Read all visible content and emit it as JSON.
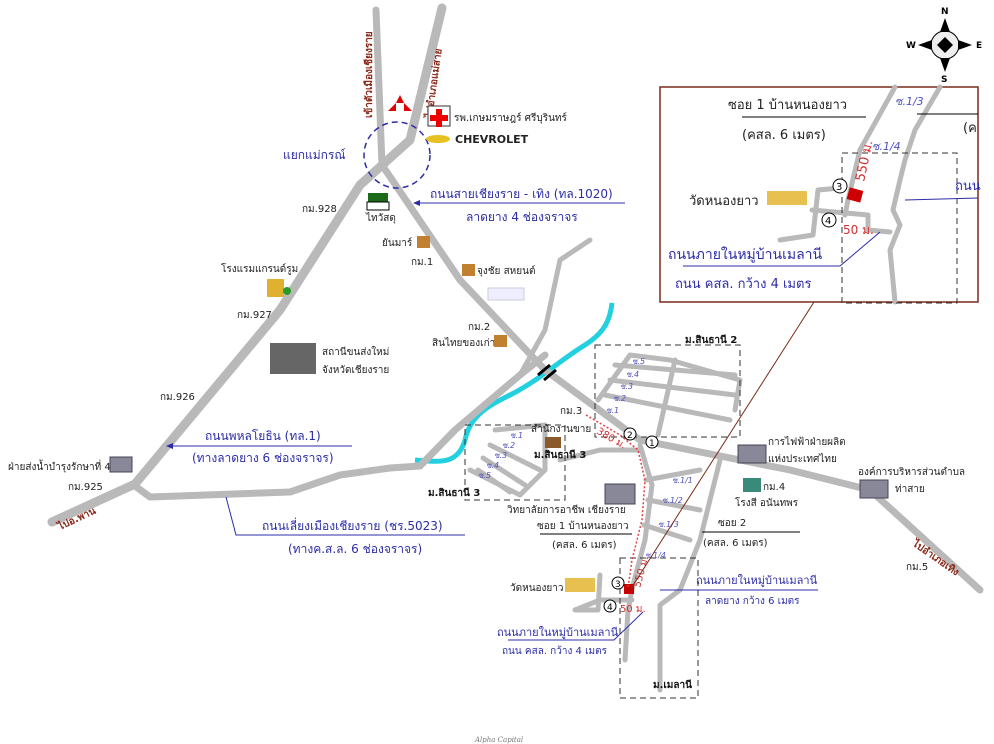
{
  "colors": {
    "road": "#b9b9b9",
    "river": "#22d0e0",
    "label_blue": "#2c2ca8",
    "direction": "#8a2a1a",
    "inset_border": "#7a2a1a",
    "distance": "#d03030"
  },
  "compass": {
    "n": "N",
    "s": "S",
    "e": "E",
    "w": "W"
  },
  "directions": {
    "to_city": "เข้าตัวเมืองเชียงราย",
    "to_mae_sai": "ไปอำเภอแม่สาย",
    "to_phan": "ไปอ.พาน",
    "to_thoeng": "ไปอำเภอเทิง"
  },
  "landmarks": {
    "hospital": "รพ.เกษมราษฎร์ ศรีบุรินทร์",
    "chevrolet": "CHEVROLET",
    "intersection": "แยกแม่กรณ์",
    "thai_watsadu": "ไทวัสดุ",
    "yanmar": "ยันมาร์",
    "jungchai": "จุงชัย สหยนต์",
    "sinthai": "สินไทยของเก่า",
    "grand_room": "โรงแรมแกรนด์รูม",
    "bus_station_1": "สถานีขนส่งใหม่",
    "bus_station_2": "จังหวัดเชียงราย",
    "irrigation": "ฝ่ายส่งน้ำบำรุงรักษาที่ 4",
    "office": "สำนักงานขาย",
    "college": "วิทยาลัยการอาชีพ เชียงราย",
    "egat_1": "การไฟฟ้าฝ่ายผลิต",
    "egat_2": "แห่งประเทศไทย",
    "factory": "โรงสี อนันทพร",
    "tao_1": "องค์การบริหารส่วนตำบล",
    "tao_2": "ท่าสาย",
    "temple": "วัดหนองยาว"
  },
  "km_markers": [
    "กม.928",
    "กม.927",
    "กม.926",
    "กม.925",
    "กม.1",
    "กม.2",
    "กม.3",
    "กม.4",
    "กม.5"
  ],
  "villages": {
    "sinthani2": "ม.สินธานี 2",
    "sinthani3": "ม.สินธานี 3",
    "melanee": "ม.เมลานี"
  },
  "sois_s2": [
    "ซ.5",
    "ซ.4",
    "ซ.3",
    "ซ.2",
    "ซ.1"
  ],
  "sois_s3": [
    "ซ.1",
    "ซ.2",
    "ซ.3",
    "ซ.4",
    "ซ.5"
  ],
  "sois_main": [
    "ซ.1/1",
    "ซ.1/2",
    "ซ.1/3",
    "ซ.1/4"
  ],
  "roads": {
    "r1020_name": "ถนนสายเชียงราย - เทิง (ทล.1020)",
    "r1020_desc": "ลาดยาง 4 ช่องจราจร",
    "phahon_name": "ถนนพหลโยธิน (ทล.1)",
    "phahon_desc": "(ทางลาดยาง 6 ช่องจราจร)",
    "bypass_name": "ถนนเลี่ยงเมืองเชียงราย (ชร.5023)",
    "bypass_desc": "(ทางค.ส.ล. 6 ช่องจราจร)",
    "soi1_name": "ซอย 1 บ้านหนองยาว",
    "soi1_desc": "(คสล. 6 เมตร)",
    "soi2_name": "ซอย 2",
    "soi2_desc": "(คสล. 6 เมตร)",
    "inner_name": "ถนนภายในหมู่บ้านเมลานี",
    "inner_desc": "ถนน คสล. กว้าง 4 เมตร",
    "inner2_name": "ถนนภายในหมู่บ้านเมลานี",
    "inner2_desc": "ลาดยาง กว้าง 6 เมตร"
  },
  "distances": {
    "d380": "380 ม.",
    "d550": "550 ม.",
    "d50": "50 ม."
  },
  "markers": [
    "1",
    "2",
    "3",
    "4"
  ],
  "inset": {
    "soi1_name": "ซอย 1 บ้านหนองยาว",
    "soi1_desc": "(คสล. 6 เมตร)",
    "soi13": "ซ.1/3",
    "soi14": "ซ.1/4",
    "temple": "วัดหนองยาว",
    "d550": "550 ม.",
    "d50": "50 ม.",
    "inner_name": "ถนนภายในหมู่บ้านเมลานี",
    "inner_desc": "ถนน คสล. กว้าง 4 เมตร",
    "cut_right1": "(ค",
    "cut_right2": "ถนน"
  },
  "footer": "Alpha Capital"
}
